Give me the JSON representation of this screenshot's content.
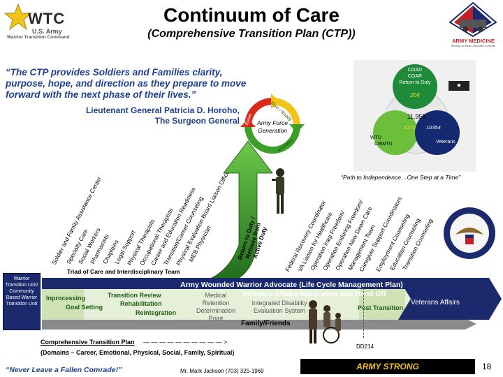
{
  "header": {
    "title": "Continuum of Care",
    "subtitle": "(Comprehensive Transition Plan (CTP))",
    "left_logo": {
      "abbr": "WTC",
      "line1": "U.S. Army",
      "line2": "Warrior Transition Command"
    },
    "right_logo": {
      "text": "ARMY MEDICINE",
      "tagline": "Serving To Heal...Honored To Serve"
    }
  },
  "quote": {
    "text": "“The CTP provides Soldiers and Families clarity, purpose, hope, and direction as they prepare to move forward with the next phase of their lives.”",
    "attribution_line1": "Lieutenant General Patricia D. Horoho,",
    "attribution_line2": "The Surgeon General"
  },
  "cycle": {
    "center_line1": "Army Force",
    "center_line2": "Generation",
    "train_ready": "Train / Ready",
    "available": "Available",
    "reset": "Reset"
  },
  "venn": {
    "top_circle": {
      "label1": "COAD",
      "label2": "COAR",
      "label3": "Return to Duty",
      "value": "204",
      "color": "#1e8a3a"
    },
    "left_circle": {
      "value": "1372",
      "label1": "WTU",
      "label2": "CBWTU",
      "color": "#6cbf3a"
    },
    "right_circle": {
      "value": "10354",
      "label": "Veterans",
      "color": "#142a70"
    },
    "total": "11,955",
    "caption": "“Path to Independence…One Step at a Time”"
  },
  "left_labels": [
    "Soldier and Family Assistance Center",
    "Specialty Care",
    "Social Workers",
    "Pharmacists",
    "Chaplains",
    "Legal Support",
    "Physical Therapists",
    "Occupational Therapists",
    "Career and Education Readiness",
    "Transition/Career Counseling",
    "Physical Evaluation Board Liaison Officer",
    "MEB Physician"
  ],
  "right_labels": [
    "Federal Recovery Coordinator",
    "VA Liaison for Healthcare",
    "Operation Iraqi Freedom/",
    "Operation Enduring Freedom/",
    "Operation New Dawn Care",
    "Management Team",
    "Caregiver Support Coordinators",
    "Employment Counseling",
    "Education Counseling",
    "Transition Counseling"
  ],
  "arrow_label": "Return to Duty / Release from Active Duty",
  "triad_label": "Triad of Care and Interdisciplinary Team",
  "wtu_box": "Warrior Transition Unit/ Community Based Warrior Transition Unit",
  "bands": {
    "awwa": "Army Wounded Warrior Advocate (Life Cycle Management Plan)",
    "va": "Veterans Affairs Integration and Hand Off",
    "family": "Family/Friends",
    "veterans_affairs": "Veterans Affairs"
  },
  "phases": {
    "inprocessing": "Inprocessing",
    "goal_setting": "Goal Setting",
    "transition_review": "Transition Review",
    "rehabilitation": "Rehabilitation",
    "reintegration": "Reintegration",
    "medical": "Medical",
    "retention": "Retention",
    "determination": "Determination",
    "point": "Point",
    "ides1": "Integrated Disability",
    "ides2": "Evaluation System",
    "post_transition": "Post Transition"
  },
  "ctp_note": {
    "line1": "Comprehensive Transition Plan",
    "line2": "(Domains – Career, Emotional, Physical, Social, Family, Spiritual)",
    "arrow": "— — — — — — — — — — >"
  },
  "dd_form": "DD214",
  "footer": {
    "motto": "“Never Leave a Fallen Comrade!”",
    "contact": "Mr. Mark Jackson (703) 325-1969",
    "army_strong": "ARMY STRONG",
    "page": "18"
  },
  "colors": {
    "navy": "#1a2a6c",
    "green": "#3a9a2a",
    "quote_blue": "#1f3f8f",
    "gold": "#f2c318"
  }
}
